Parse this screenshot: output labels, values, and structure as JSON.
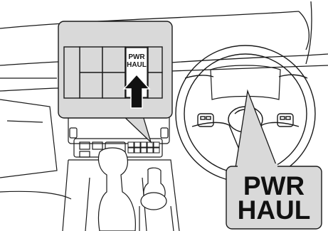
{
  "callout_small": {
    "line1": "PWR",
    "line2": "HAUL"
  },
  "callout_large": {
    "line1": "PWR",
    "line2": "HAUL"
  },
  "icons": {
    "arrow": "up-arrow-icon"
  },
  "colors": {
    "line": "#1a1a1a",
    "callout_fill": "#d9d9d9",
    "background": "#ffffff"
  }
}
